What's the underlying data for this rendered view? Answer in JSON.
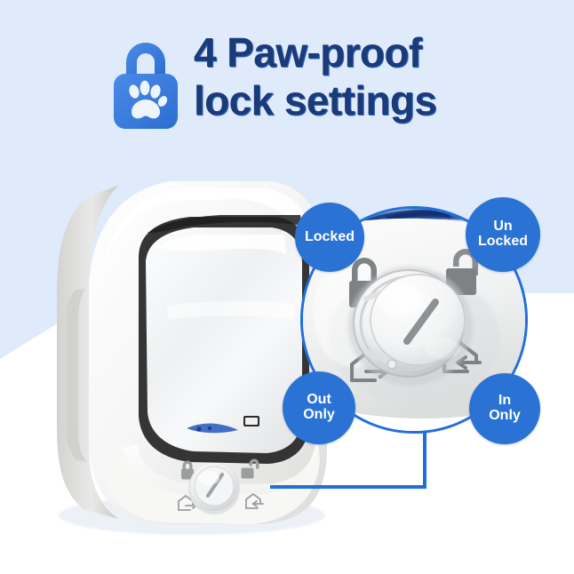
{
  "page": {
    "background_color": "#dfeafb",
    "accent_color": "#2a72d4",
    "headline_color": "#1b3a78",
    "wedge_color": "#ffffff"
  },
  "header": {
    "lock_icon": "padlock-paw-icon",
    "headline_line1": "4 Paw-proof",
    "headline_line2": "lock settings"
  },
  "product": {
    "name": "cat-flap-pet-door",
    "brand_mark": "brand-logo",
    "dial": {
      "name": "lock-mode-dial",
      "icons": [
        "locked-padlock-icon",
        "unlocked-padlock-icon",
        "out-only-house-icon",
        "in-only-house-icon"
      ]
    }
  },
  "magnifier": {
    "name": "zoom-detail-circle",
    "icons": {
      "top_left": "locked-padlock-icon",
      "top_right": "unlocked-padlock-icon",
      "bottom_left": "out-only-house-arrow-icon",
      "bottom_right": "in-only-house-arrow-icon"
    },
    "dial_label": "lock-mode-dial-zoomed"
  },
  "callouts": [
    {
      "id": "locked",
      "line1": "Locked",
      "line2": ""
    },
    {
      "id": "unlocked",
      "line1": "Un",
      "line2": "Locked"
    },
    {
      "id": "out_only",
      "line1": "Out",
      "line2": "Only"
    },
    {
      "id": "in_only",
      "line1": "In",
      "line2": "Only"
    }
  ]
}
